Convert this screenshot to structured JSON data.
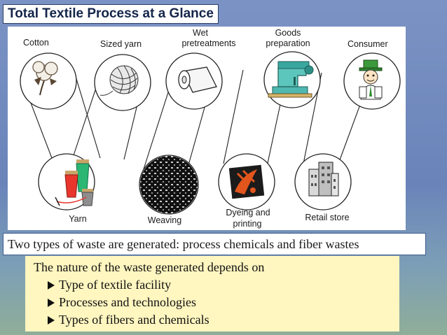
{
  "title": "Total  Textile Process at a Glance",
  "top_labels": {
    "cotton": "Cotton",
    "sized_yarn": "Sized yarn",
    "wet_pretreatments_1": "Wet",
    "wet_pretreatments_2": "pretreatments",
    "goods_prep_1": "Goods",
    "goods_prep_2": "preparation",
    "consumer": "Consumer"
  },
  "bottom_labels": {
    "yarn": "Yarn",
    "weaving": "Weaving",
    "dyeing_1": "Dyeing and",
    "dyeing_2": "printing",
    "retail": "Retail store"
  },
  "icons": [
    "cotton-icon",
    "yarn-ball-icon",
    "fabric-roll-icon",
    "sewing-machine-icon",
    "consumer-person-icon",
    "thread-spools-icon",
    "woven-fabric-icon",
    "dyed-print-icon",
    "retail-building-icon"
  ],
  "waste_statement": "Two types of waste are generated: process chemicals and fiber wastes",
  "nature": {
    "intro": "The nature of the waste generated depends on",
    "bullets": [
      "Type of textile facility",
      "Processes and technologies",
      "Types of fibers and chemicals"
    ]
  },
  "colors": {
    "background": "#6f87b9",
    "title_text": "#14254a",
    "note_background": "#fff6c0",
    "dye_orange": "#e2551c"
  }
}
